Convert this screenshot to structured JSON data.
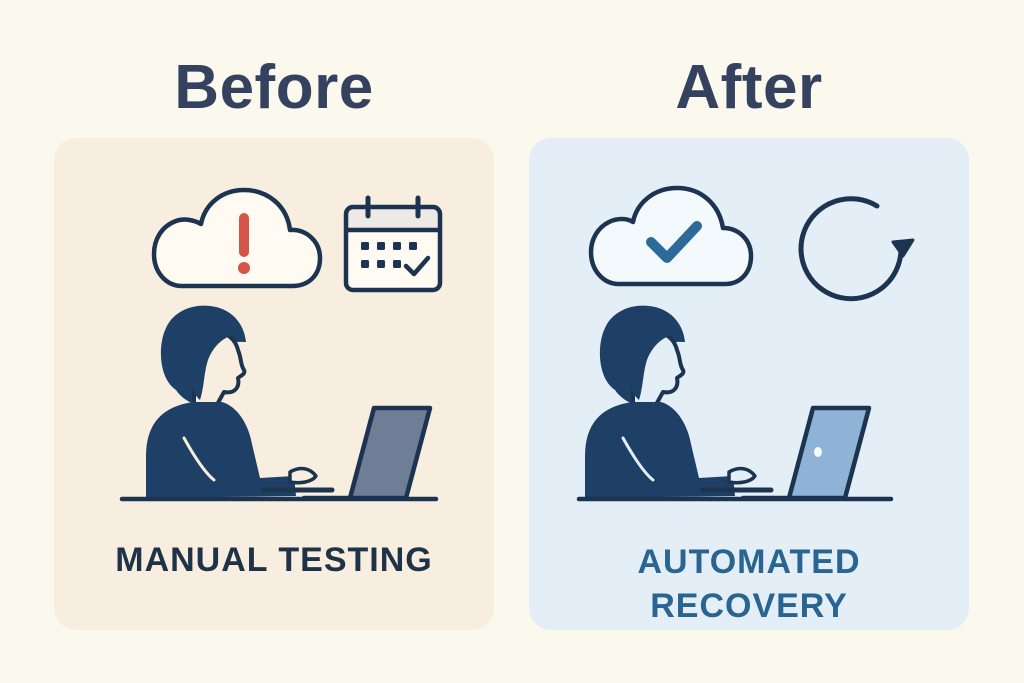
{
  "before": {
    "heading": "Before",
    "caption": "MANUAL TESTING"
  },
  "after": {
    "heading": "After",
    "caption_line1": "AUTOMATED",
    "caption_line2": "RECOVERY"
  },
  "colors": {
    "page_background": "#fbf8ee",
    "heading": "#34425f",
    "before_panel": "#f8eedf",
    "after_panel": "#e3eef7",
    "ink": "#1d3450",
    "alert": "#d4544a",
    "check": "#2c6a9a",
    "person": "#1e3f66",
    "laptop_before": "#6f7d96",
    "laptop_after": "#8fb3d6"
  },
  "icons": {
    "before": [
      "cloud-alert-icon",
      "calendar-check-icon",
      "person-at-laptop-icon"
    ],
    "after": [
      "cloud-check-icon",
      "refresh-arrow-icon",
      "person-at-laptop-icon"
    ]
  }
}
